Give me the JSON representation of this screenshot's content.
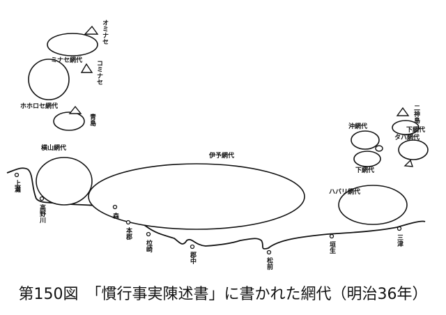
{
  "map": {
    "nets": {
      "ominase": "オミナセ",
      "minase_net": "ミナセ網代",
      "kominase": "コミナセ",
      "hohorose_net": "ホホロセ網代",
      "aoshima": "青島",
      "yokoyama_net": "横山網代",
      "iyo_net": "伊予網代",
      "oki_net": "沖網代",
      "futagamishima": "二神島",
      "shimo_net_1": "下網代",
      "taba_net": "タバ網代",
      "shimo_net_2": "下網代",
      "habari_net": "ハバリ網代"
    },
    "places": {
      "kaminada": "上灘",
      "takanogawa": "高野川",
      "mori": "森",
      "hombu": "本郡",
      "kanzaki": "柆崎",
      "gunchu": "郡中",
      "matsumae": "松前",
      "habu": "垣生",
      "mitsu": "三津"
    }
  },
  "caption": {
    "text": "第150図　「慣行事実陳述書」に書かれた網代（明治36年）"
  }
}
